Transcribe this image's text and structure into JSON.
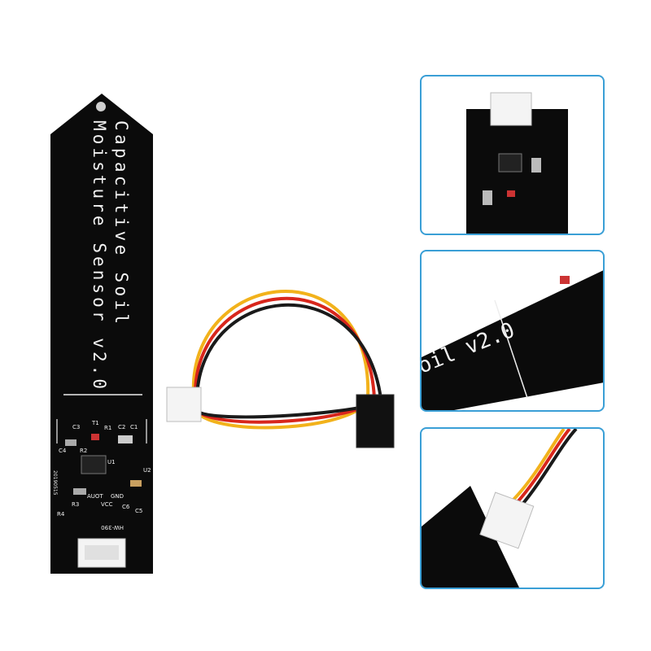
{
  "product": {
    "board_title_line1": "Capacitive Soil",
    "board_title_line2": "Moisture Sensor v2.0",
    "board_model": "HW-390",
    "board_date": "20190515",
    "component_labels": [
      "C1",
      "C2",
      "C3",
      "C4",
      "C5",
      "C6",
      "R1",
      "R2",
      "R3",
      "R4",
      "T1",
      "U1",
      "U2",
      "AUOT",
      "VCC",
      "GND"
    ]
  },
  "colors": {
    "pcb": "#0b0b0b",
    "silkscreen": "#f2f2f2",
    "panel_border": "#3a9fd6",
    "wire_yellow": "#f2b21b",
    "wire_red": "#d8261c",
    "wire_black": "#1a1a1a",
    "connector": "#f4f4f4"
  }
}
